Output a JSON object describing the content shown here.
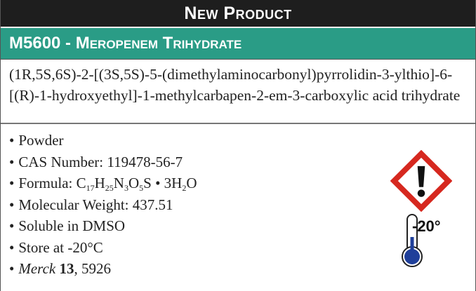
{
  "header": {
    "label": "New Product"
  },
  "product": {
    "title": "M5600 - Meropenem Trihydrate"
  },
  "chemical_name": "(1R,5S,6S)-2-[(3S,5S)-5-(dimethylaminocarbonyl)pyrrolidin-3-ylthio]-6-[(R)-1-hydroxyethyl]-1-methylcarbapen-2-em-3-carboxylic acid trihydrate",
  "properties": {
    "bullet": "•",
    "form": "Powder",
    "cas": "CAS Number: 119478-56-7",
    "formula": {
      "prefix": "Formula: ",
      "parts": [
        {
          "t": "C"
        },
        {
          "s": "17"
        },
        {
          "t": "H"
        },
        {
          "s": "25"
        },
        {
          "t": "N"
        },
        {
          "s": "3"
        },
        {
          "t": "O"
        },
        {
          "s": "5"
        },
        {
          "t": "S • 3H"
        },
        {
          "s": "2"
        },
        {
          "t": "O"
        }
      ]
    },
    "mw": "Molecular Weight: 437.51",
    "solubility": "Soluble in DMSO",
    "storage": "Store at -20°C",
    "merck": {
      "italic": "Merck",
      "bold": "13",
      "rest": ", 5926"
    }
  },
  "icons": {
    "hazard": "exclamation-diamond-icon",
    "thermometer": "thermometer-icon",
    "temperature_label": "-20°"
  },
  "colors": {
    "header_bg": "#1e1e1e",
    "title_bg": "#2a9c86",
    "hazard_red": "#d6281f",
    "thermo_blue": "#1f3f9a"
  }
}
